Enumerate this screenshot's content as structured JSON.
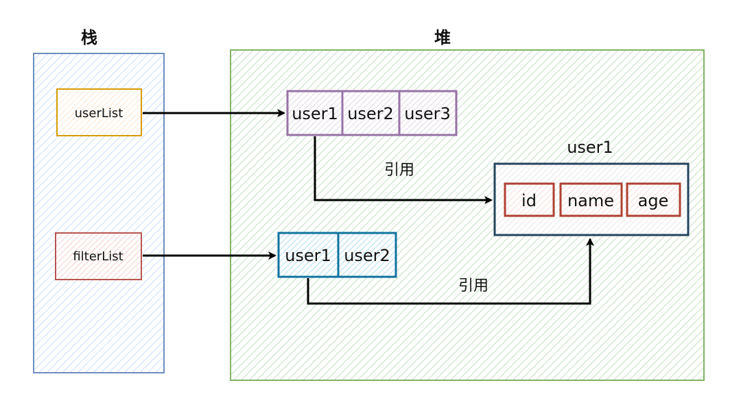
{
  "stack": {
    "title": "栈",
    "items": [
      "userList",
      "filterList"
    ]
  },
  "heap": {
    "title": "堆",
    "user_list_cells": [
      "user1",
      "user2",
      "user3"
    ],
    "filter_list_cells": [
      "user1",
      "user2"
    ],
    "object": {
      "title": "user1",
      "fields": [
        "id",
        "name",
        "age"
      ]
    },
    "ref_label_1": "引用",
    "ref_label_2": "引用"
  },
  "colors": {
    "stack_border": "#6c8ebf",
    "heap_border": "#82b366",
    "userlist_border": "#d79b00",
    "filterlist_border": "#b85450",
    "purple": "#9673a6",
    "teal": "#10739e",
    "navy": "#23445d",
    "field_border": "#ae4132"
  }
}
